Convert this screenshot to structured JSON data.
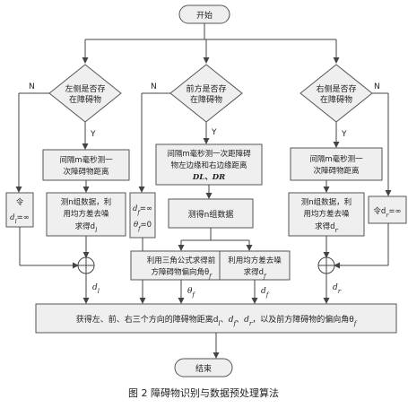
{
  "start": "开始",
  "end": "结束",
  "n_label": "N",
  "y_label": "Y",
  "left": {
    "decision": [
      "左侧是否存",
      "在障碍物"
    ],
    "measure": [
      "间隔m毫秒测一",
      "次障碍物距离"
    ],
    "process": [
      "测n组数据，利",
      "用均方差去噪",
      "求得d"
    ],
    "process_sub": "l",
    "set_inf": [
      "令",
      "d",
      "=∞"
    ],
    "set_inf_sub": "l",
    "out": "d",
    "out_sub": "l"
  },
  "front": {
    "decision": [
      "前方是否存",
      "在障碍物"
    ],
    "measure": [
      "间隔m毫秒测一次距障碍",
      "物左边缘和右边缘距离"
    ],
    "measure_vars": "DL、DR",
    "collect": "测得n组数据",
    "set_inf": [
      "d",
      "=∞",
      "θ",
      "=0"
    ],
    "trig": [
      "利用三角公式求得前",
      "方障碍物偏向角θ"
    ],
    "trig_sub": "f",
    "variance": [
      "利用均方差去噪",
      "求得d"
    ],
    "variance_sub": "f",
    "out_theta": "θ",
    "out_d": "d",
    "out_sub": "f"
  },
  "right": {
    "decision": [
      "右侧是否存",
      "在障碍物"
    ],
    "measure": [
      "间隔m毫秒测一",
      "次障碍物距离"
    ],
    "process": [
      "测n组数据，利",
      "用均方差去噪",
      "求得d"
    ],
    "process_sub": "r",
    "set_inf": "令d",
    "set_inf_sub": "r",
    "set_inf_tail": "=∞",
    "out": "d",
    "out_sub": "r"
  },
  "summary": "获得左、前、右三个方向的障碍物距离d",
  "summary_tail": "，以及前方障碍物的偏向角θ",
  "caption": "图 2 障碍物识别与数据预处理算法"
}
